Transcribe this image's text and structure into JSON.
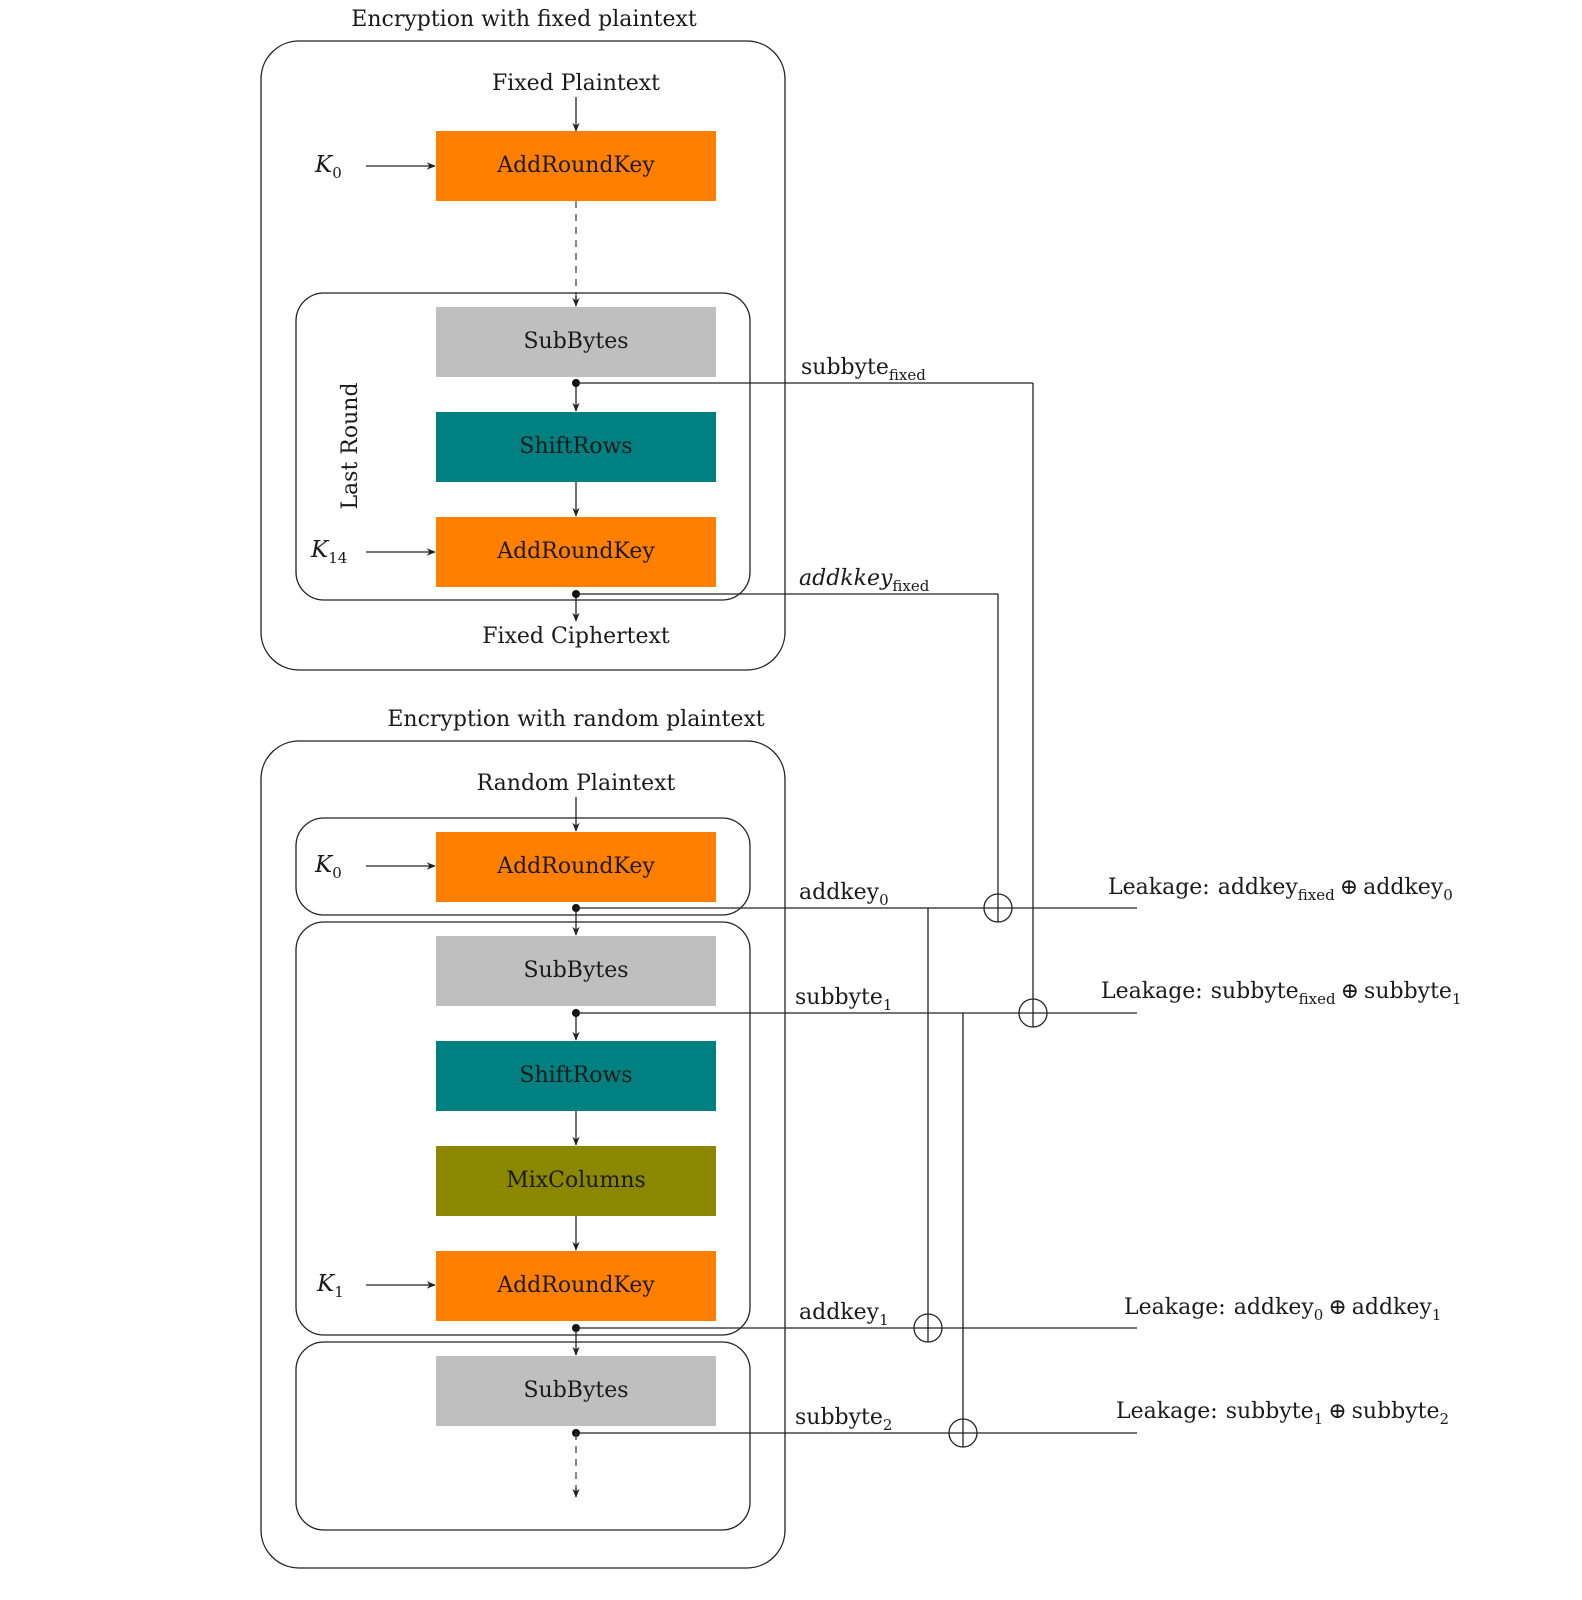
{
  "fixed_section": {
    "title": "Encryption with fixed plaintext",
    "input": "Fixed Plaintext",
    "output": "Fixed Ciphertext",
    "key0": {
      "letter": "K",
      "sub": "0"
    },
    "key14": {
      "letter": "K",
      "sub": "14"
    },
    "last_round_label": "Last Round",
    "blocks": {
      "addroundkey": "AddRoundKey",
      "subbytes": "SubBytes",
      "shiftrows": "ShiftRows"
    },
    "taps": {
      "subbyte_fixed": {
        "base": "subbyte",
        "sub": "fixed"
      },
      "addkey_fixed": {
        "base": "addkkey",
        "sub": "fixed"
      }
    }
  },
  "random_section": {
    "title": "Encryption with random plaintext",
    "input": "Random Plaintext",
    "key0": {
      "letter": "K",
      "sub": "0"
    },
    "key1": {
      "letter": "K",
      "sub": "1"
    },
    "blocks": {
      "addroundkey": "AddRoundKey",
      "subbytes": "SubBytes",
      "shiftrows": "ShiftRows",
      "mixcolumns": "MixColumns"
    },
    "taps": {
      "addkey0": {
        "base": "addkey",
        "sub": "0"
      },
      "subbyte1": {
        "base": "subbyte",
        "sub": "1"
      },
      "addkey1": {
        "base": "addkey",
        "sub": "1"
      },
      "subbyte2": {
        "base": "subbyte",
        "sub": "2"
      }
    }
  },
  "leakages": {
    "prefix": "Leakage:",
    "xor_symbol": "⊕",
    "l1": {
      "a": "addkey",
      "a_sub": "fixed",
      "b": "addkey",
      "b_sub": "0"
    },
    "l2": {
      "a": "subbyte",
      "a_sub": "fixed",
      "b": "subbyte",
      "b_sub": "1"
    },
    "l3": {
      "a": "addkey",
      "a_sub": "0",
      "b": "addkey",
      "b_sub": "1"
    },
    "l4": {
      "a": "subbyte",
      "a_sub": "1",
      "b": "subbyte",
      "b_sub": "2"
    }
  },
  "colors": {
    "addroundkey": "#FF7F00",
    "subbytes": "#BFBFBF",
    "shiftrows": "#008080",
    "mixcolumns": "#8B8800"
  }
}
